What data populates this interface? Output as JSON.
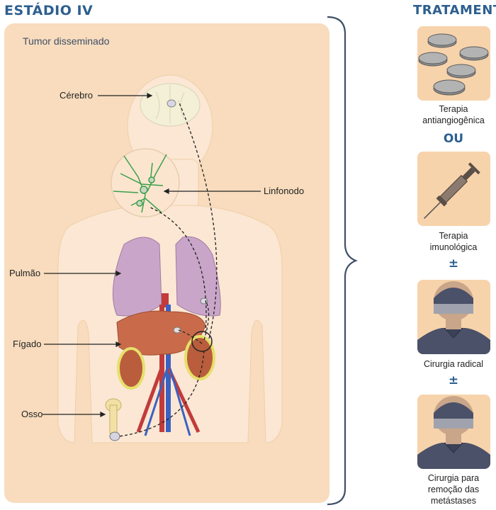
{
  "stage_title": "ESTÁDIO IV",
  "treatment_title": "TRATAMENTO",
  "panel_subtitle": "Tumor disseminado",
  "organ_labels": {
    "brain": "Cérebro",
    "lymph_node": "Linfonodo",
    "lung": "Pulmão",
    "liver": "Fígado",
    "bone": "Osso"
  },
  "treatments": [
    {
      "label_line1": "Terapia",
      "label_line2": "antiangiogênica",
      "icon": "pills-icon"
    },
    {
      "label_line1": "Terapia",
      "label_line2": "imunológica",
      "icon": "syringe-icon"
    },
    {
      "label_line1": "Cirurgia radical",
      "label_line2": "",
      "icon": "surgeon-icon"
    },
    {
      "label_line1": "Cirurgia para",
      "label_line2": "remoção das",
      "label_line3": "metástases",
      "icon": "surgeon-icon"
    }
  ],
  "separators": [
    "OU",
    "±",
    "±"
  ],
  "colors": {
    "title_blue": "#2d5f8f",
    "panel_bg": "#f8dcbd",
    "tile_bg": "#f7d3ab",
    "lung": "#c9a6c9",
    "liver": "#c96b4a"
  }
}
